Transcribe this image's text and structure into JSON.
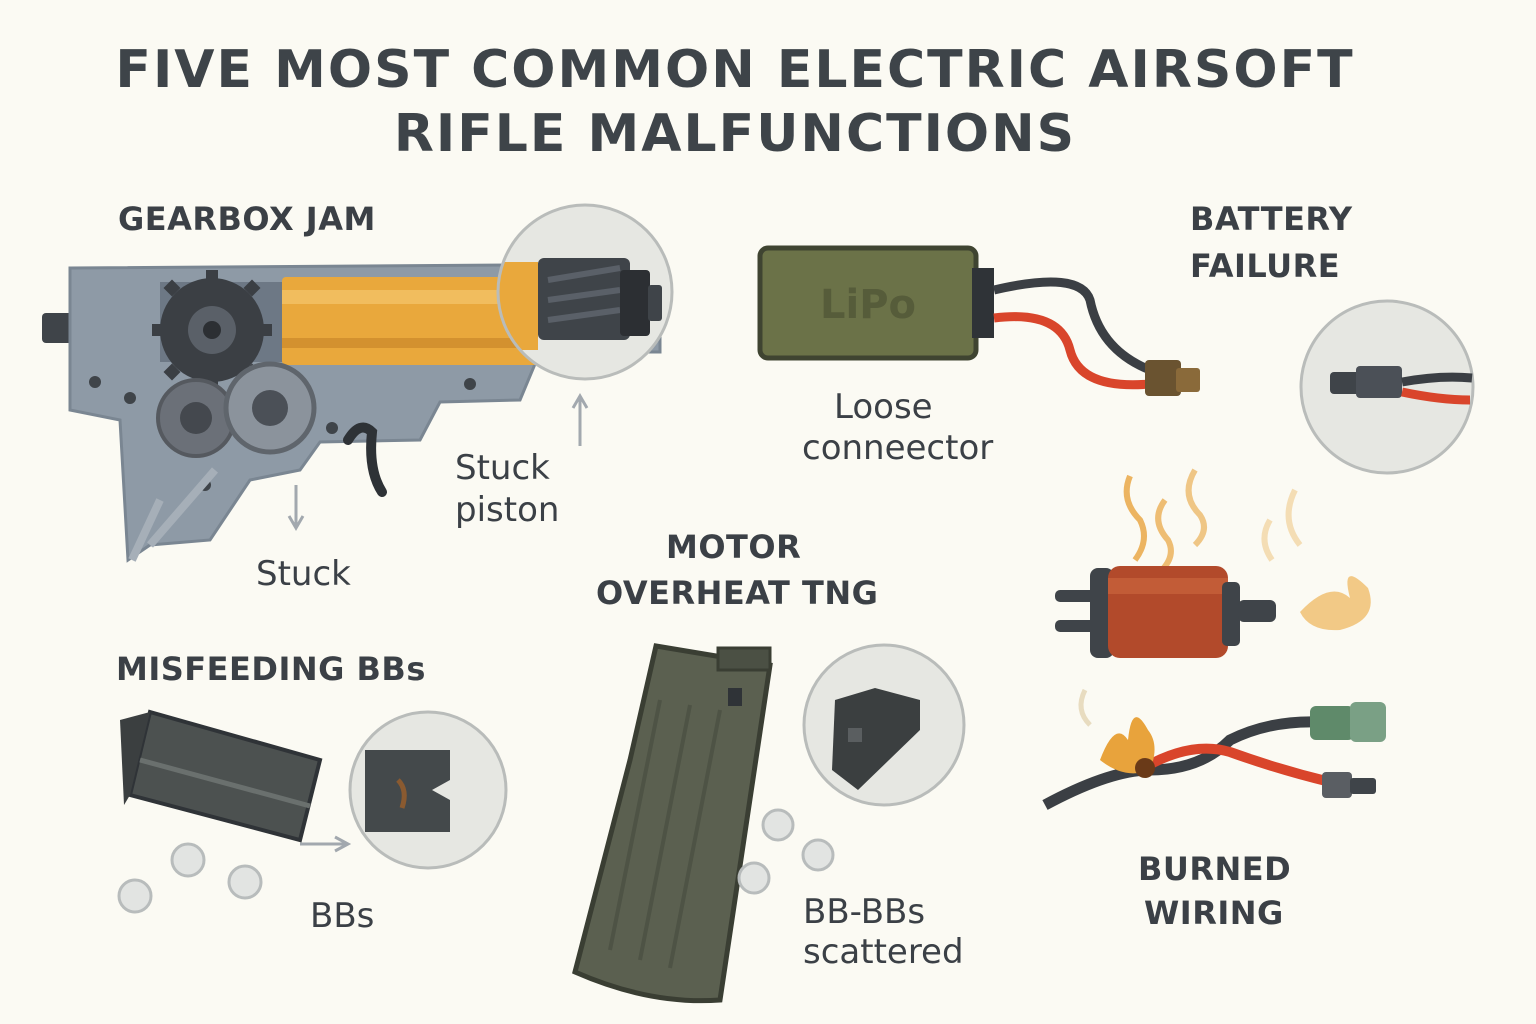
{
  "title": {
    "line1": "FIVE MOST COMMON ELECTRIC AIRSOFT",
    "line2": "RIFLE MALFUNCTIONS"
  },
  "sections": {
    "gearbox": {
      "heading": "GEARBOX JAM",
      "label_stuck": "Stuck",
      "label_piston_1": "Stuck",
      "label_piston_2": "piston"
    },
    "battery": {
      "heading_1": "BATTERY",
      "heading_2": "FAILURE",
      "battery_text": "LiPo",
      "label_1": "Loose",
      "label_2": "conneector"
    },
    "motor": {
      "heading_1": "MOTOR",
      "heading_2": "OVERHEAT TNG",
      "label_1": "BB-BBs",
      "label_2": "scattered"
    },
    "misfeed": {
      "heading": "MISFEEDING BBs",
      "label": "BBs"
    },
    "wiring": {
      "heading_1": "BURNED",
      "heading_2": "WIRING"
    }
  },
  "colors": {
    "background": "#fbfaf3",
    "gearbox_metal": "#8e9aa6",
    "piston_orange": "#e9a83c",
    "battery_green": "#6b7248",
    "wire_red": "#d9452b",
    "motor_copper": "#b24a2b",
    "flame": "#e8a33c"
  },
  "icons": [
    "gearbox-icon",
    "battery-icon",
    "motor-icon",
    "magazine-icon",
    "burned-wire-icon"
  ]
}
